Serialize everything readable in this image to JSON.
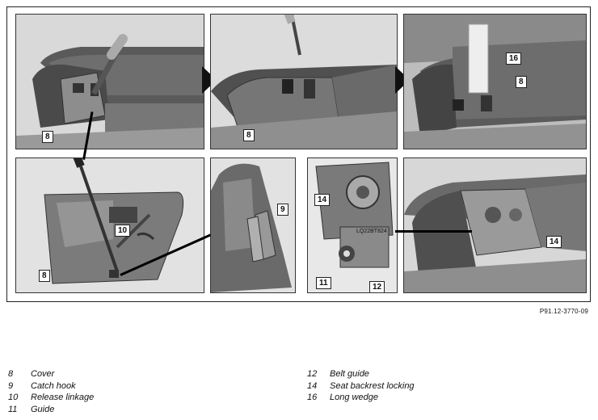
{
  "callouts": {
    "p1_8": "8",
    "p3_16": "16",
    "p3_8": "8",
    "p2_8": "8",
    "p4_10": "10",
    "p4_8": "8",
    "p5_9": "9",
    "p6_14": "14",
    "p6_11": "11",
    "p6_12": "12",
    "p7_14": "14"
  },
  "detail_marking": "LQ22BT824",
  "reference": "P91.12-3770-09",
  "legend": {
    "left": [
      {
        "num": "8",
        "label": "Cover"
      },
      {
        "num": "9",
        "label": "Catch hook"
      },
      {
        "num": "10",
        "label": "Release linkage"
      },
      {
        "num": "11",
        "label": "Guide"
      }
    ],
    "right": [
      {
        "num": "12",
        "label": "Belt guide"
      },
      {
        "num": "14",
        "label": "Seat backrest locking"
      },
      {
        "num": "16",
        "label": "Long wedge"
      }
    ]
  }
}
